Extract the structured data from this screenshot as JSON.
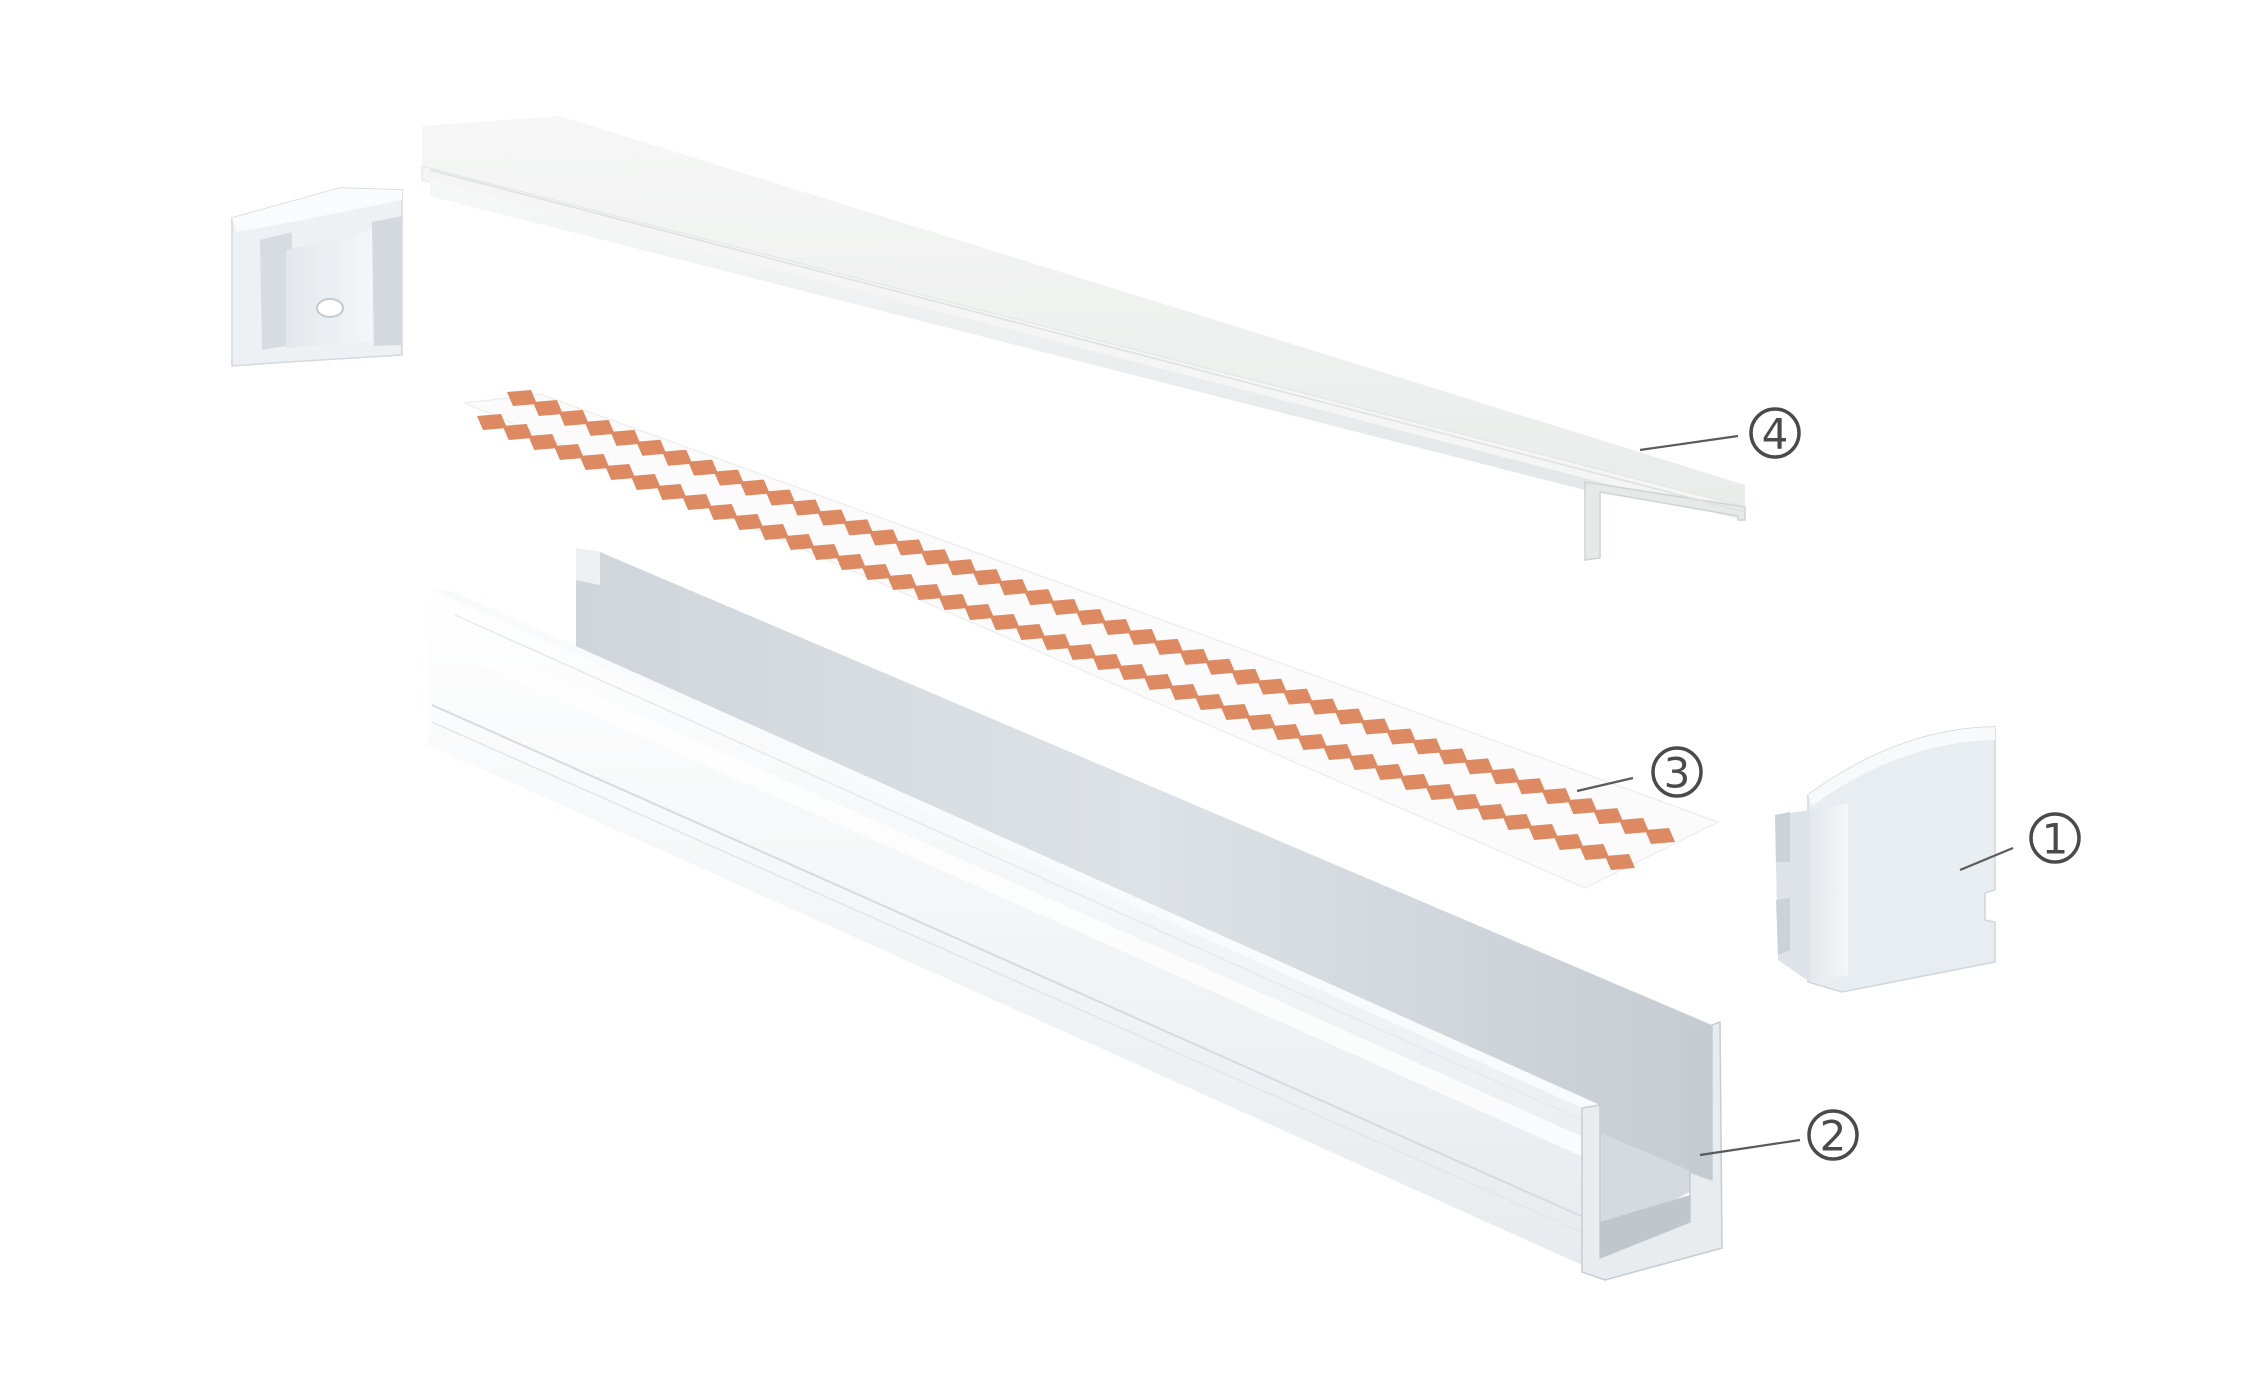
{
  "diagram": {
    "type": "exploded-assembly-view",
    "colors": {
      "background": "#ffffff",
      "aluminium_light": "#f3f6f8",
      "aluminium_mid": "#dfe4e8",
      "aluminium_dark": "#c9d0d6",
      "diffuser": "#eef1ef",
      "led_chip": "#dd8a63",
      "pcb": "#fbfbfb",
      "callout": "#4a4a4a"
    },
    "parts": [
      {
        "id": "end-cap",
        "callout": "1"
      },
      {
        "id": "aluminium-profile",
        "callout": "2"
      },
      {
        "id": "led-strip",
        "callout": "3",
        "led_rows": 2,
        "leds_per_row": 45
      },
      {
        "id": "diffuser-cover",
        "callout": "4"
      },
      {
        "id": "end-cap-left",
        "callout": ""
      }
    ]
  }
}
